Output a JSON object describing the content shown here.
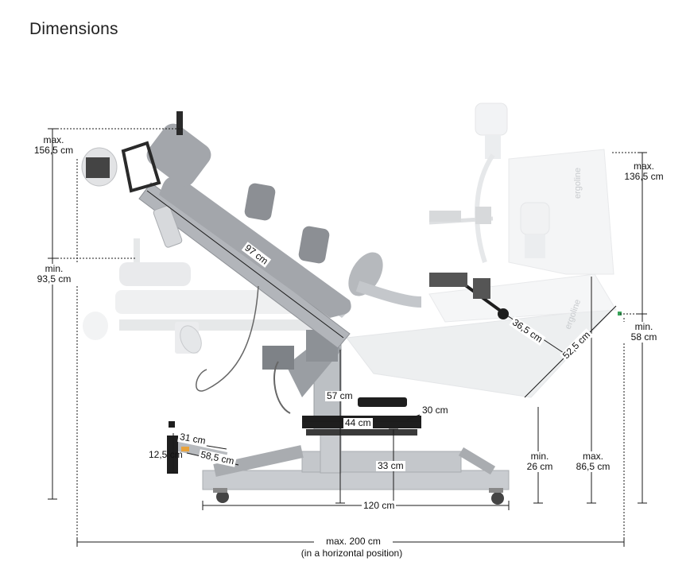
{
  "heading": "Dimensions",
  "brand_text": "ergoline",
  "labels": {
    "max_height_left": "max.\n156,5 cm",
    "min_height_left": "min.\n93,5 cm",
    "max_height_right": "max.\n136,5 cm",
    "min_height_right": "min.\n58 cm",
    "backrest_length": "97 cm",
    "arm_crank_length": "36,5 cm",
    "leg_section": "52,5 cm",
    "seat_height": "57 cm",
    "seat_width": "44 cm",
    "seat_depth": "30 cm",
    "footrest_width": "31 cm",
    "footrest_height": "12,5 cm",
    "footrest_length": "58,5 cm",
    "base_height": "33 cm",
    "base_length": "120 cm",
    "min_leg_height": "min.\n26 cm",
    "max_leg_height": "max.\n86,5 cm",
    "total_length": "max. 200 cm",
    "total_length_note": "(in a horizontal position)"
  },
  "colors": {
    "frame_grey": "#c9ccd0",
    "cushion_grey": "#a3a6ab",
    "ghost_grey": "#e4e6e8",
    "dark": "#1e1e1e",
    "accent_orange": "#e8a23a",
    "accent_green": "#3aa35a"
  }
}
